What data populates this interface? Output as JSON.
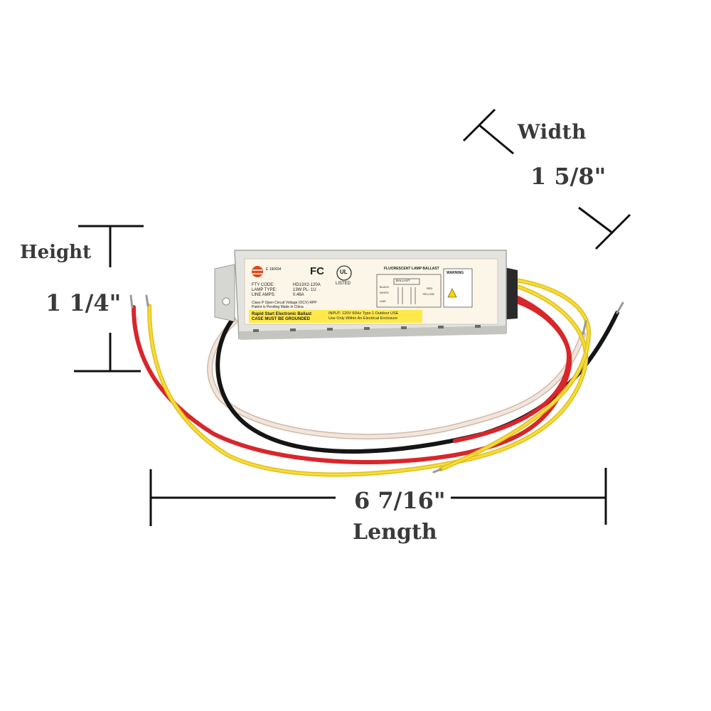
{
  "dimensions": {
    "width_label": "Width",
    "width_value": "1 5/8\"",
    "height_label": "Height",
    "height_value": "1 1/4\"",
    "length_value": "6 7/16\"",
    "length_label": "Length"
  },
  "ballast_label": {
    "cert_code": "E 190694",
    "fty_code_label": "FTY CODE:",
    "fty_code_value": "HD13X2-120A",
    "lamp_type_label": "LAMP TYPE:",
    "lamp_type_value": "13W PL- 1U",
    "line_amps_label": "LINE AMPS:",
    "line_amps_value": "0.46A",
    "fcc_mark": "FC",
    "ul_mark": "UL",
    "listed": "LISTED",
    "class_p": "Class P  Open Circuit Voltage (OCV) RPP",
    "patent": "Patent is Pending Made in China",
    "rapid_start": "Rapid Start Electronic Ballast",
    "grounded": "CASE MUST BE GROUNDED",
    "input": "INPUT: 120V 60Hz   Type 1 Outdoor USE",
    "enclosure": "Use Only Within An Electrical Enclosure",
    "diagram_title": "FLUORESCENT LAMP BALLAST",
    "ballast_box": "BALLAST",
    "warning": "WARNING",
    "wire_black": "BLACK",
    "wire_white": "WHITE",
    "wire_line": "LINE",
    "wire_yellow": "YELLOW",
    "wire_red": "RED"
  },
  "colors": {
    "text_dark": "#3a3a3a",
    "wire_red": "#d8262b",
    "wire_yellow": "#f2d52c",
    "wire_black": "#151515",
    "wire_white": "#f1e1d6",
    "label_yellow": "#ffe94a",
    "label_cream": "#fbf6e8",
    "case": "#dcdcd8"
  }
}
